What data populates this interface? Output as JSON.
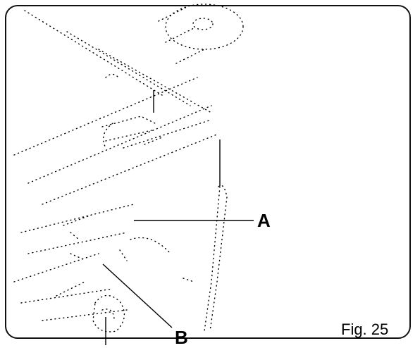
{
  "figure": {
    "callout_a": "A",
    "callout_b": "B",
    "caption": "Fig. 25"
  },
  "colors": {
    "ink": "#000000",
    "frame": "#111111",
    "background": "#ffffff"
  }
}
